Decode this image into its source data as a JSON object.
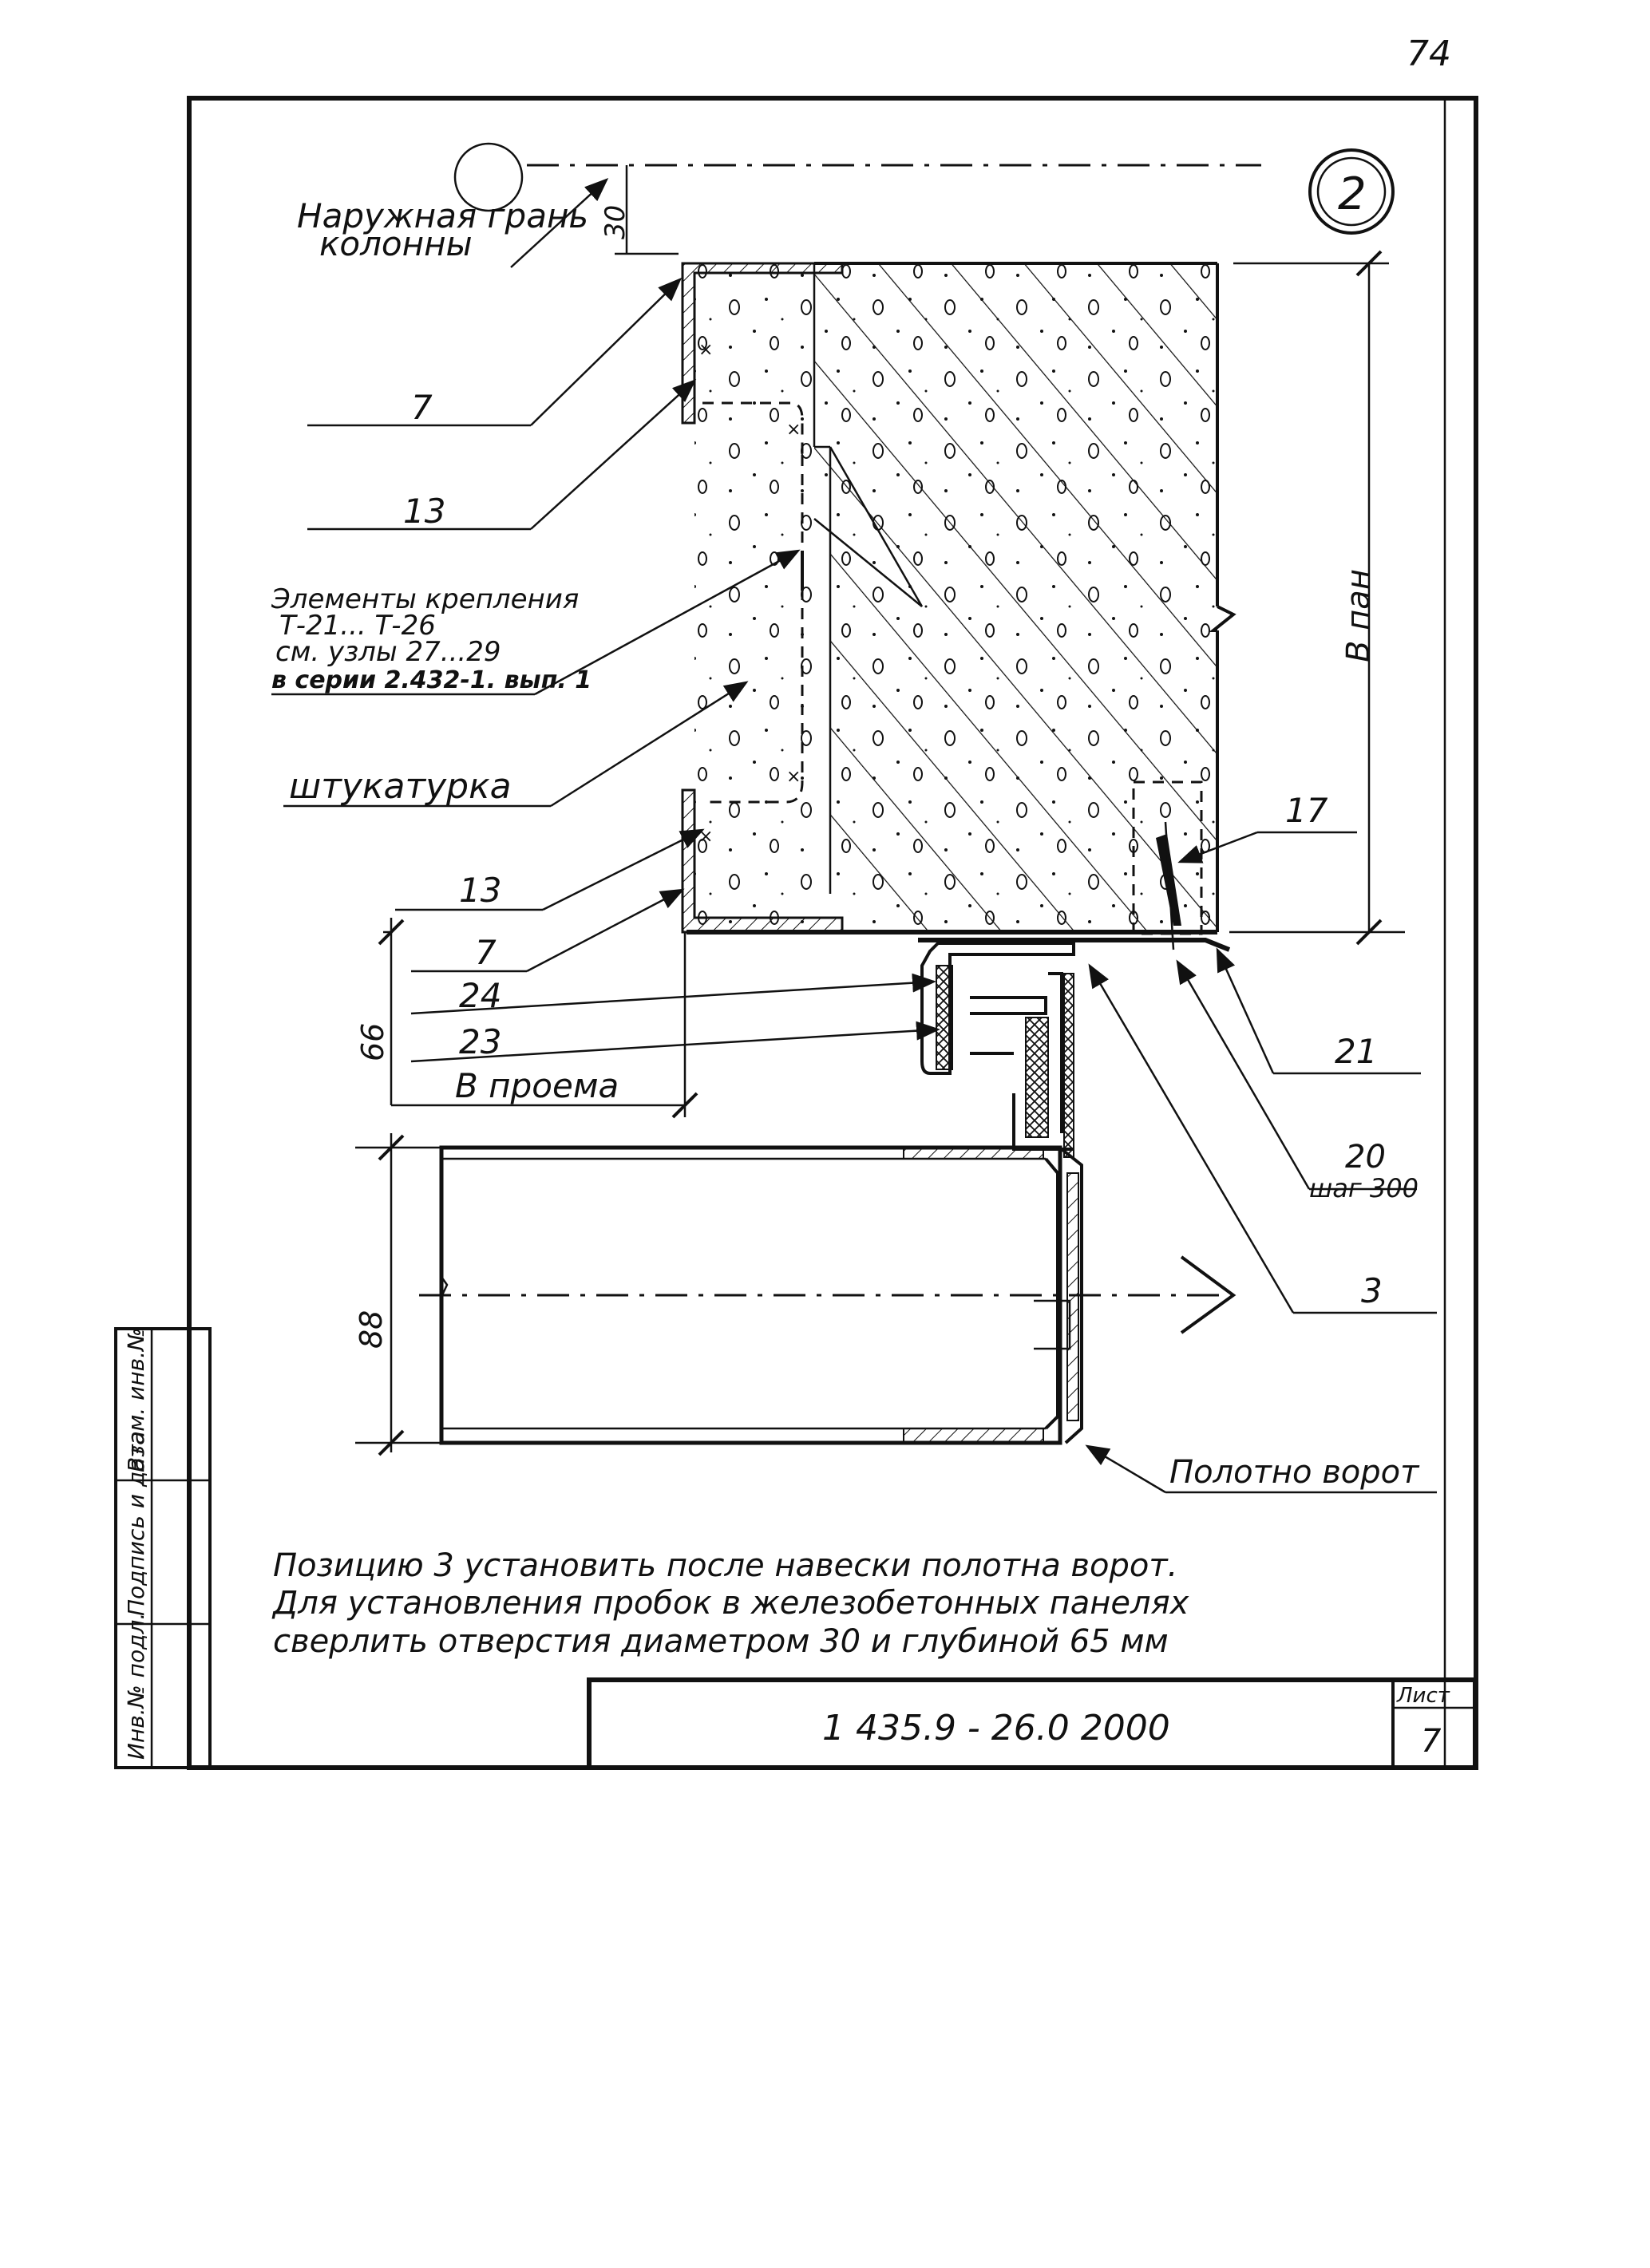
{
  "page_number": "74",
  "node_label": "2",
  "labels": {
    "column_face_line1": "Наружная грань",
    "column_face_line2": "колонны",
    "pos7_top": "7",
    "pos13_top": "13",
    "fasteners_line1": "Элементы крепления",
    "fasteners_line2": "Т-21... Т-26",
    "fasteners_line3": "см. узлы 27...29",
    "fasteners_line4": "в серии 2.432-1. вып. 1",
    "plaster": "штукатурка",
    "pos13_bottom": "13",
    "pos7_bottom": "7",
    "pos24": "24",
    "pos23": "23",
    "opening": "В проема",
    "pos17": "17",
    "pos21": "21",
    "pos20": "20",
    "step": "шаг 300",
    "pos3": "3",
    "gate_leaf": "Полотно ворот"
  },
  "dimensions": {
    "d30": "30",
    "b_pan": "В пан",
    "d66": "66",
    "d88": "88"
  },
  "notes": {
    "line1": "Позицию 3 установить после навески полотна ворот.",
    "line2": "Для установления пробок в железобетонных панелях",
    "line3": "сверлить отверстия диаметром 30 и глубиной 65 мм"
  },
  "title_block": {
    "document_code": "1 435.9 - 26.0 2000",
    "sheet_label": "Лист",
    "sheet_number": "7"
  },
  "side_stamp": {
    "field1": "Инв.№ подл.",
    "field2": "Подпись и дата",
    "field3": "Взам. инв.№"
  }
}
